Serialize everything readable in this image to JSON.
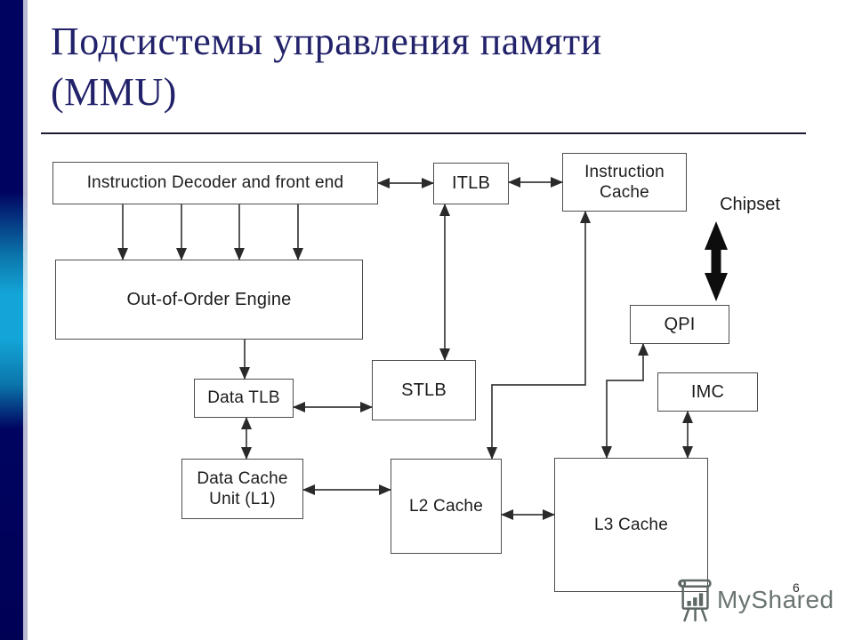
{
  "slide": {
    "title": {
      "line1": "Подсистемы управления памяти",
      "line2": "(MMU)"
    },
    "page_number": "6",
    "watermark_text": "MyShared",
    "colors": {
      "title_navy": "#22226b",
      "accent_bar_navy": "#000460",
      "accent_bar_cyan": "#14a5d8",
      "diagram_line": "#3c3c3c",
      "watermark_gray": "#6a7572"
    }
  },
  "diagram": {
    "nodes": [
      {
        "id": "decoder",
        "label": "Instruction Decoder and front end"
      },
      {
        "id": "ooo",
        "label": "Out-of-Order Engine"
      },
      {
        "id": "itlb",
        "label": "ITLB"
      },
      {
        "id": "icache",
        "label": "Instruction Cache"
      },
      {
        "id": "chipset",
        "label": "Chipset"
      },
      {
        "id": "qpi",
        "label": "QPI"
      },
      {
        "id": "imc",
        "label": "IMC"
      },
      {
        "id": "stlb",
        "label": "STLB"
      },
      {
        "id": "dtlb",
        "label": "Data TLB"
      },
      {
        "id": "dcu",
        "label": "Data Cache Unit (L1)"
      },
      {
        "id": "l2",
        "label": "L2 Cache"
      },
      {
        "id": "l3",
        "label": "L3 Cache"
      }
    ],
    "edges": [
      {
        "from": "Instruction Decoder and front end",
        "to": "ITLB",
        "style": "double-arrow"
      },
      {
        "from": "ITLB",
        "to": "Instruction Cache",
        "style": "double-arrow"
      },
      {
        "from": "Instruction Decoder and front end",
        "to": "Out-of-Order Engine",
        "style": "four parallel down arrows"
      },
      {
        "from": "Out-of-Order Engine",
        "to": "Data TLB",
        "style": "down arrow"
      },
      {
        "from": "ITLB",
        "to": "STLB",
        "style": "double-arrow vertical"
      },
      {
        "from": "Data TLB",
        "to": "STLB",
        "style": "double-arrow"
      },
      {
        "from": "Data TLB",
        "to": "Data Cache Unit (L1)",
        "style": "double-arrow vertical"
      },
      {
        "from": "Data Cache Unit (L1)",
        "to": "L2 Cache",
        "style": "double-arrow"
      },
      {
        "from": "L2 Cache",
        "to": "L3 Cache",
        "style": "double-arrow"
      },
      {
        "from": "Instruction Cache",
        "to": "L2 Cache",
        "style": "double-arrow elbow"
      },
      {
        "from": "QPI",
        "to": "L3 Cache",
        "style": "double-arrow elbow"
      },
      {
        "from": "IMC",
        "to": "L3 Cache",
        "style": "double-arrow vertical"
      },
      {
        "from": "Chipset",
        "to": "QPI",
        "style": "thick double-arrow"
      }
    ]
  }
}
